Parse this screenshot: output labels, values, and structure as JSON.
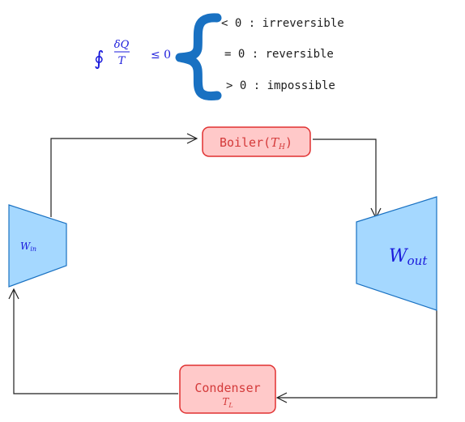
{
  "inequality": {
    "integral": "∮",
    "numerator": "δQ",
    "denominator": "T",
    "relation": "≤ 0",
    "cases": [
      "< 0 : irreversible",
      "= 0 : reversible",
      "> 0 : impossible"
    ]
  },
  "boiler": {
    "label": "Boiler(",
    "sym": "T",
    "sub": "H",
    "close": ")"
  },
  "condenser": {
    "label": "Condenser",
    "sym": "T",
    "sub": "L"
  },
  "pump": {
    "sym": "W",
    "sub": "in"
  },
  "turbine": {
    "sym": "W",
    "sub": "out"
  },
  "colors": {
    "box_fill": "#ffc9c9",
    "box_stroke": "#e03131",
    "device_fill": "#a5d8ff",
    "device_stroke": "#1971c2",
    "brace": "#1971c2",
    "math": "#1a1adb"
  }
}
